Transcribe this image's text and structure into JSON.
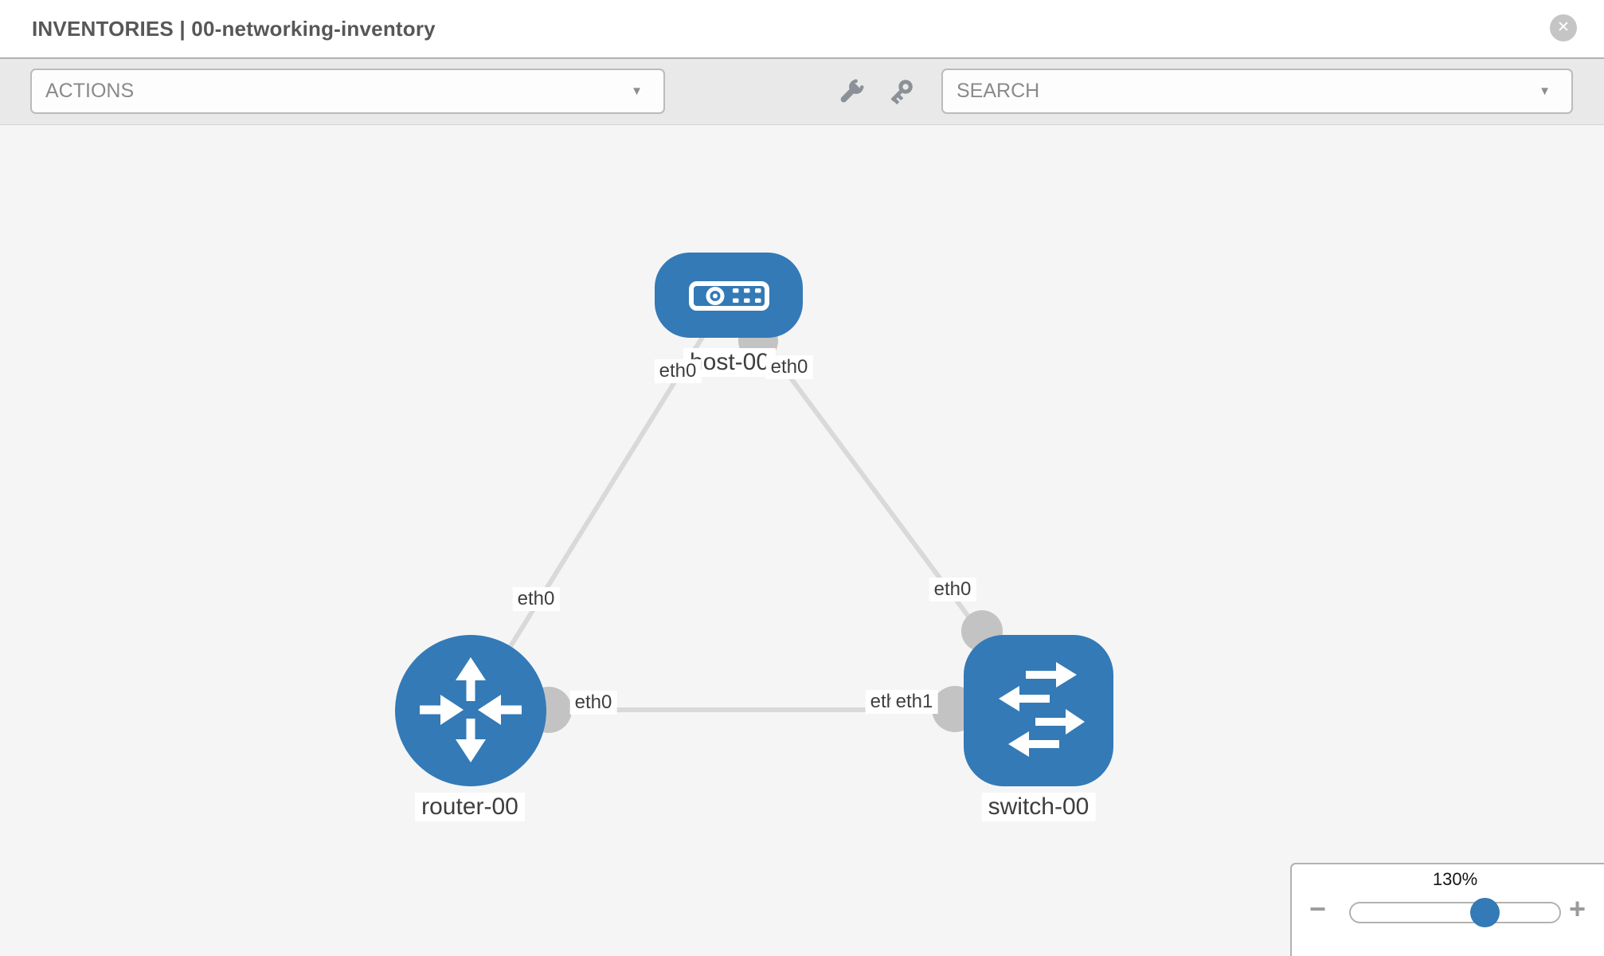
{
  "header": {
    "title": "INVENTORIES | 00-networking-inventory"
  },
  "toolbar": {
    "actions_label": "ACTIONS",
    "search_label": "SEARCH"
  },
  "icons": {
    "close": "✕",
    "caret": "▼",
    "minus": "−",
    "plus": "+"
  },
  "diagram": {
    "nodes": [
      {
        "id": "host-00",
        "type": "host",
        "label": "host-00"
      },
      {
        "id": "router-00",
        "type": "router",
        "label": "router-00"
      },
      {
        "id": "switch-00",
        "type": "switch",
        "label": "switch-00"
      }
    ],
    "links": [
      {
        "from": "host-00",
        "from_if": "eth0",
        "to": "router-00",
        "to_if": "eth0"
      },
      {
        "from": "host-00",
        "from_if": "eth0",
        "to": "switch-00",
        "to_if": "eth0"
      },
      {
        "from": "router-00",
        "from_if": "eth0",
        "to": "switch-00",
        "to_if": "eth1",
        "to_if_overlap": "eth0"
      }
    ]
  },
  "zoom_control": {
    "level": "130%"
  },
  "colors": {
    "node_blue": "#337ab7",
    "link_gray": "#d9d9d9",
    "connector_gray": "#c3c3c3",
    "toolbar_bg": "#e9e9e9"
  }
}
